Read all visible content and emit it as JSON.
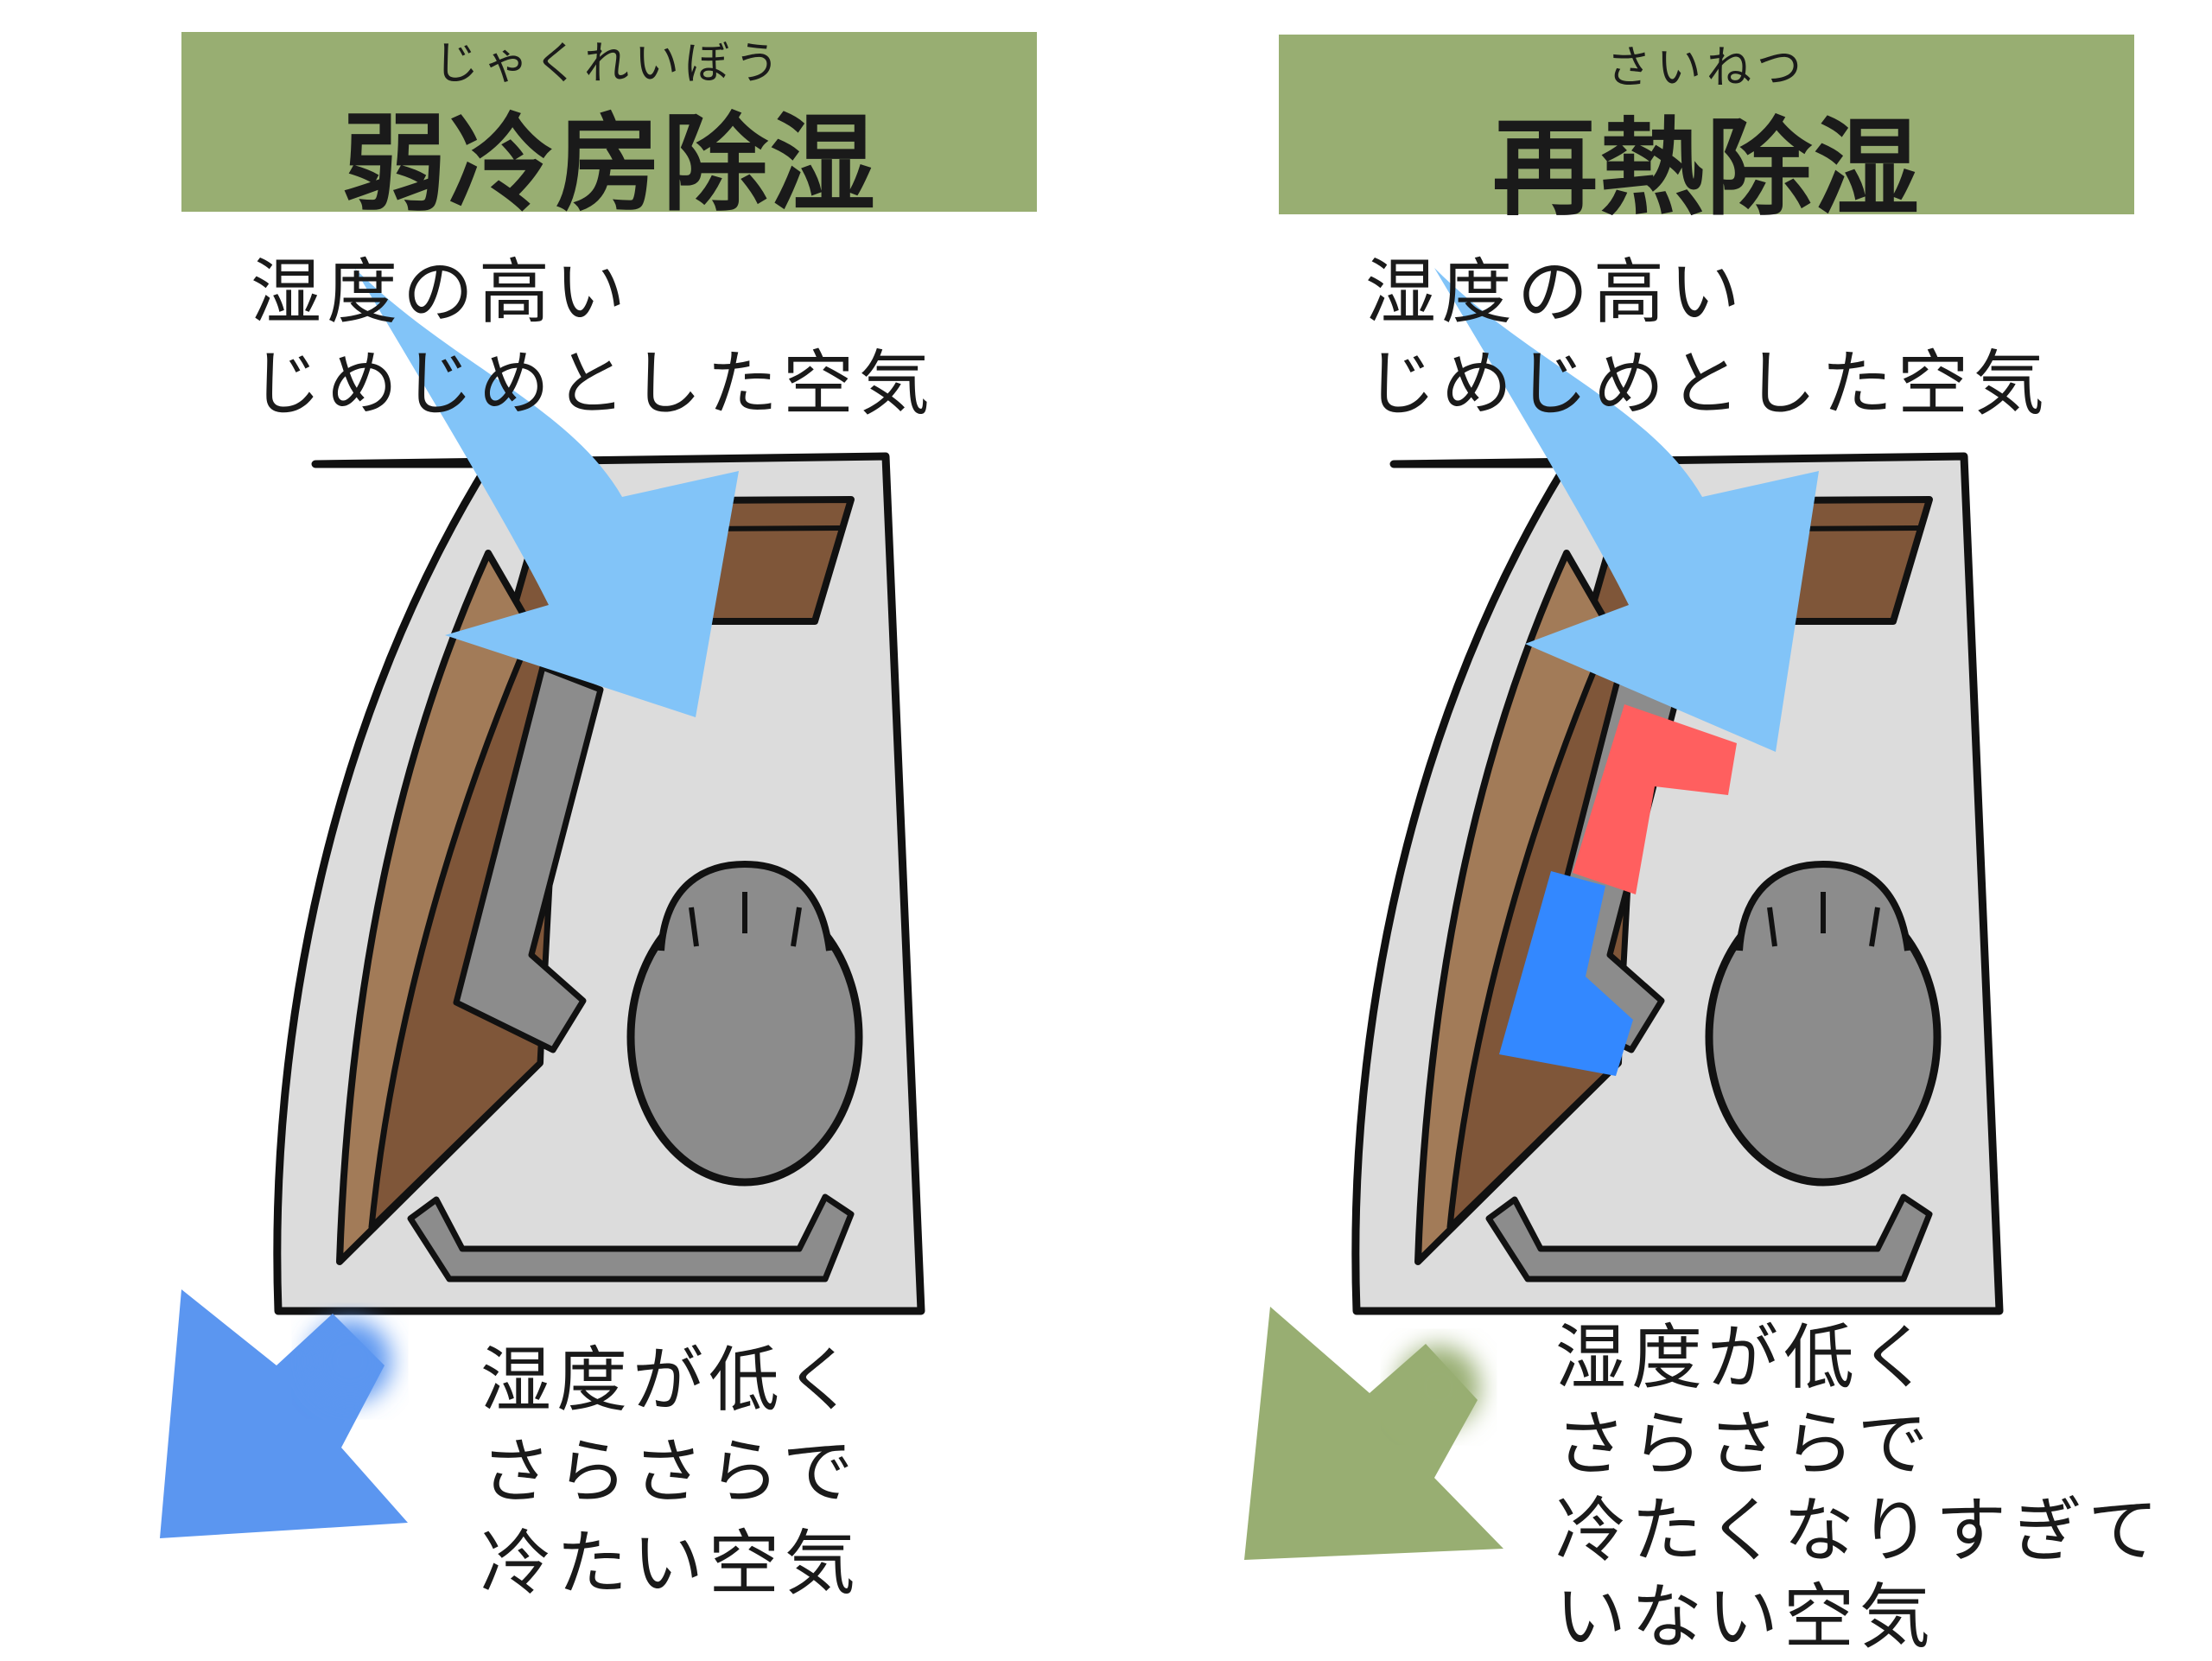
{
  "left_panel": {
    "ruby": "じゃくれいぼう",
    "title": "弱冷房除湿",
    "input_label": [
      "湿度の高い",
      "じめじめとした空気"
    ],
    "output_label": [
      "湿度が低く",
      "さらさらで",
      "冷たい空気"
    ]
  },
  "right_panel": {
    "ruby": "さいねつ",
    "title": "再熱除湿",
    "input_label": [
      "湿度の高い",
      "じめじめとした空気"
    ],
    "output_label": [
      "湿度が低く",
      "さらさらで",
      "冷たくなりすぎて",
      "いない空気"
    ]
  },
  "colors": {
    "banner": "#98ae72",
    "humid_air_arrow": "#82c4f8",
    "cold_air_arrow": "#5b96f0",
    "mild_air_arrow": "#98ae72",
    "reheater": "#ff5f5f",
    "cooler": "#3388ff",
    "unit_body": "#dcdcdc",
    "wood": "#7f5639",
    "fan": "#8c8c8c"
  }
}
